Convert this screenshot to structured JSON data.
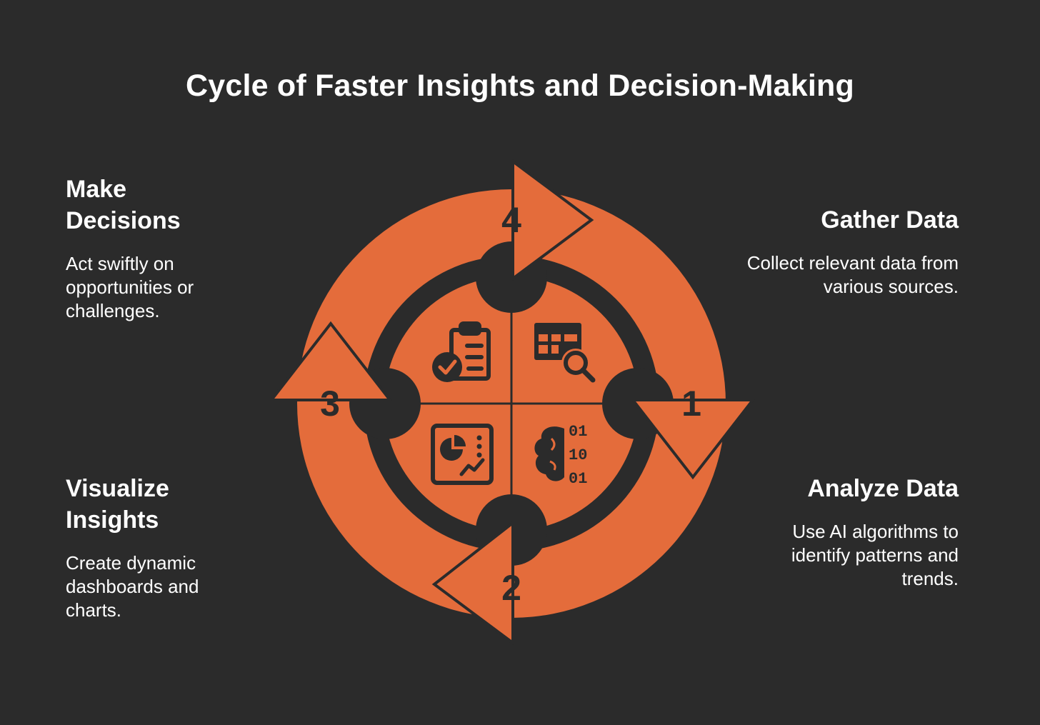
{
  "title": "Cycle of Faster Insights and Decision-Making",
  "colors": {
    "background": "#2b2b2b",
    "accent": "#e46c3b",
    "text": "#ffffff",
    "dark": "#2b2b2b"
  },
  "steps": [
    {
      "number": "1",
      "heading": "Gather Data",
      "description": "Collect relevant data from various sources.",
      "icon": "table-search-icon"
    },
    {
      "number": "2",
      "heading": "Analyze Data",
      "description": "Use AI algorithms to identify patterns and trends.",
      "icon": "brain-binary-icon"
    },
    {
      "number": "3",
      "heading": "Visualize Insights",
      "description": "Create dynamic dashboards and charts.",
      "icon": "dashboard-chart-icon"
    },
    {
      "number": "4",
      "heading": "Make Decisions",
      "description": "Act swiftly on opportunities or challenges.",
      "icon": "clipboard-check-icon"
    }
  ]
}
